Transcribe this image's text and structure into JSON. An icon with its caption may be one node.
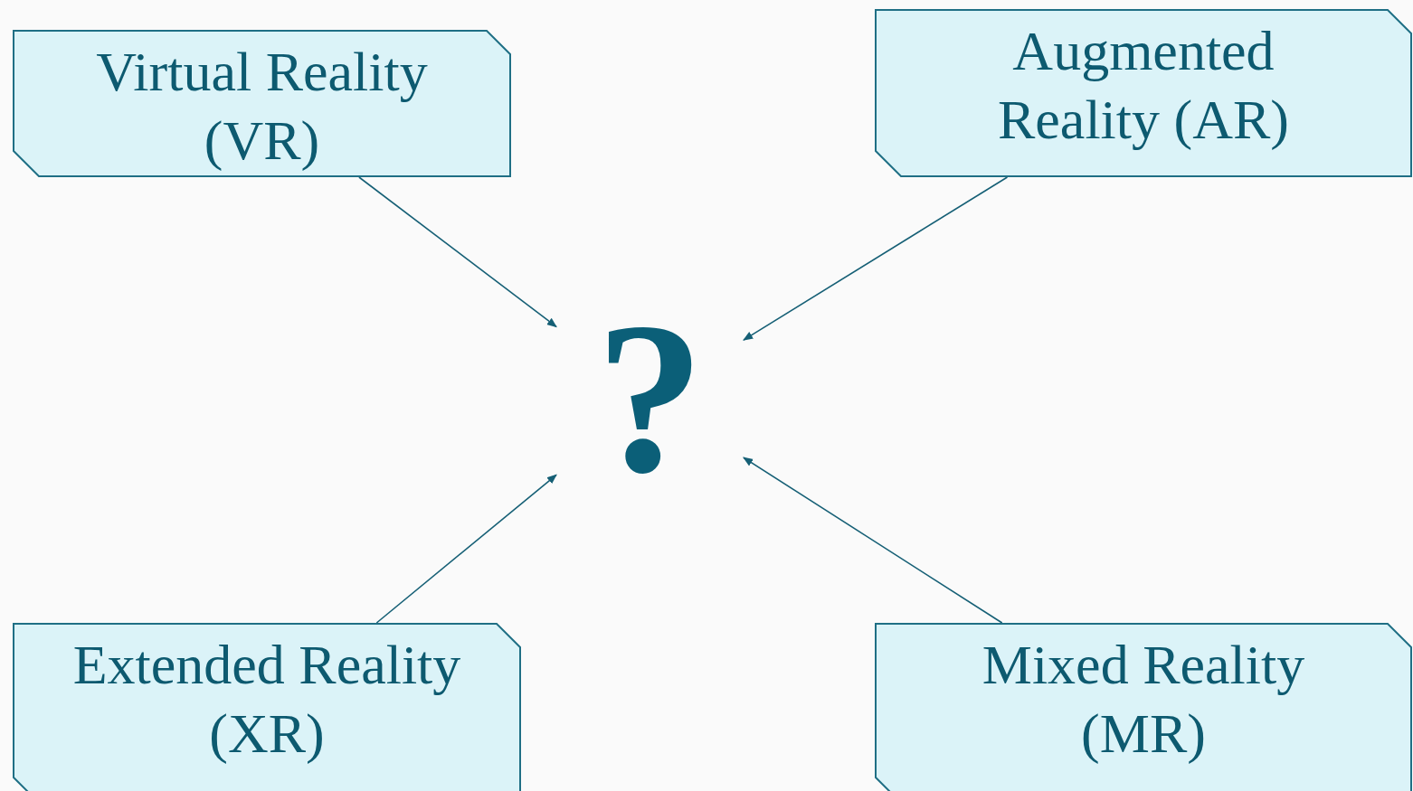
{
  "diagram": {
    "nodes": [
      {
        "text": [
          "Virtual Reality (VR)"
        ]
      },
      {
        "text": [
          "Augmented Reality (AR)"
        ]
      },
      {
        "text": [
          "?"
        ]
      },
      {
        "text": [
          "Extended Reality (XR)"
        ]
      },
      {
        "text": [
          "Mixed Reality (MR)"
        ]
      }
    ],
    "edges": [
      {
        "from": 0,
        "to": 2,
        "arrow": "to"
      },
      {
        "from": 1,
        "to": 2,
        "arrow": "to"
      },
      {
        "from": 3,
        "to": 2,
        "arrow": "to"
      },
      {
        "from": 4,
        "to": 2,
        "arrow": "to"
      }
    ]
  }
}
